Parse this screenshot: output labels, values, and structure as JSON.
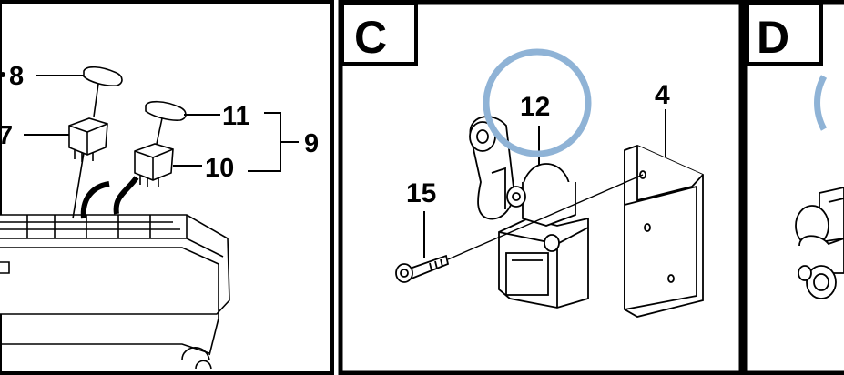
{
  "panels": {
    "c": {
      "letter": "C"
    },
    "d": {
      "letter": "D"
    }
  },
  "callouts": {
    "c8": "8",
    "c7": "7",
    "c11": "11",
    "c10": "10",
    "c9": "9",
    "c12": "12",
    "c4": "4",
    "c15": "15"
  },
  "colors": {
    "highlight_circle": "#8fb3d6",
    "ink": "#000000"
  }
}
